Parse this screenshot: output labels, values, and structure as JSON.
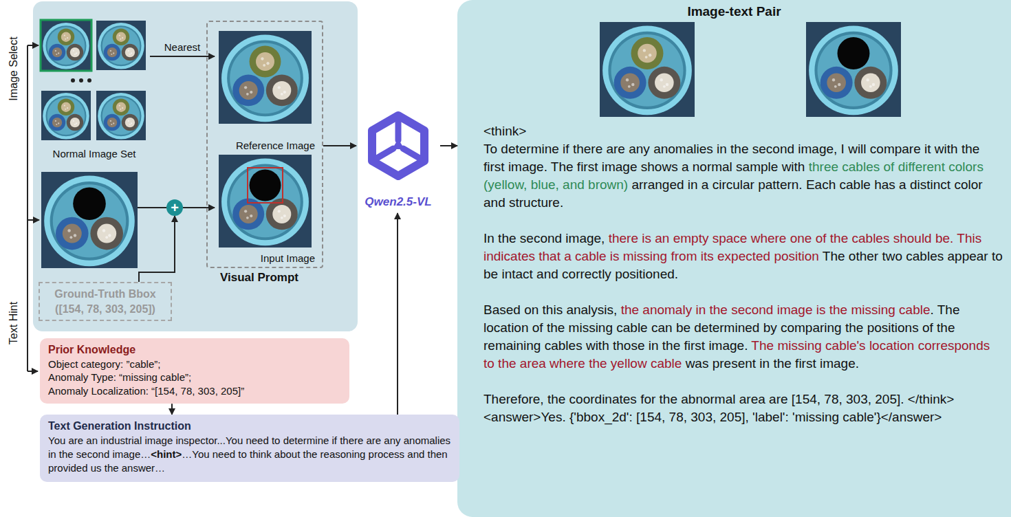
{
  "diagram": {
    "nodes": [
      {
        "text": [
          "Normal Image Set"
        ]
      },
      {
        "text": [
          "Visual Prompt"
        ]
      },
      {
        "text": [
          "Reference Image"
        ],
        "in": 1
      },
      {
        "text": [
          "Input Image"
        ],
        "in": 1
      },
      {
        "text": [
          "+"
        ]
      },
      {
        "text": [
          "Ground-Truth Bbox ([154, 78, 303, 205])"
        ]
      },
      {
        "text": [
          "Qwen2.5-VL"
        ]
      },
      {
        "text": [
          "Image-text Pair",
          "<think>",
          "To determine if there are any anomalies in the second image, I will compare it with the first image. The first image shows a normal sample with",
          "three cables of different colors (yellow, blue, and brown)",
          "arranged in a circular pattern. Each cable has a distinct color and structure.",
          "In the second image,",
          "there is an empty space where one of the cables should be. This indicates that a cable is missing from its expected position",
          "The other two cables appear to be intact and correctly positioned.",
          "Based on this analysis,",
          "the anomaly in the second image is the missing cable",
          ". The location of the missing cable can be determined by comparing the positions of the remaining cables with those in the first image.",
          "The missing cable's location corresponds to the area where the yellow cable",
          "was present in the first image.",
          "Therefore, the coordinates for the abnormal area are [154, 78, 303, 205]. </think><answer>Yes. {'bbox_2d': [154, 78, 303, 205], 'label': 'missing cable'}</answer>"
        ]
      },
      {
        "text": [
          "Prior Knowledge",
          "Object category: ”cable”;",
          "Anomaly Type: “missing cable”;",
          "Anomaly Localization: “[154, 78, 303, 205]”"
        ]
      },
      {
        "text": [
          "Text Generation Instruction",
          "You are an industrial image inspector...You need to determine if there are any anomalies in the second image…",
          "<hint>",
          "…You need to think about the reasoning process and then provided us the answer…"
        ]
      }
    ],
    "edges": [
      {
        "from": 0,
        "to": 2,
        "arrow": "to",
        "label": "Nearest"
      },
      {
        "from": 4,
        "to": 3,
        "arrow": "to"
      },
      {
        "from": 5,
        "to": 4,
        "arrow": "to"
      },
      {
        "from": 1,
        "to": 6,
        "arrow": "to"
      },
      {
        "from": 6,
        "to": 7,
        "arrow": "to"
      },
      {
        "from": 8,
        "to": 9,
        "arrow": "to"
      },
      {
        "from": 9,
        "to": 6,
        "arrow": "to"
      }
    ],
    "labels": [
      "Image Select",
      "Text Hint"
    ]
  }
}
